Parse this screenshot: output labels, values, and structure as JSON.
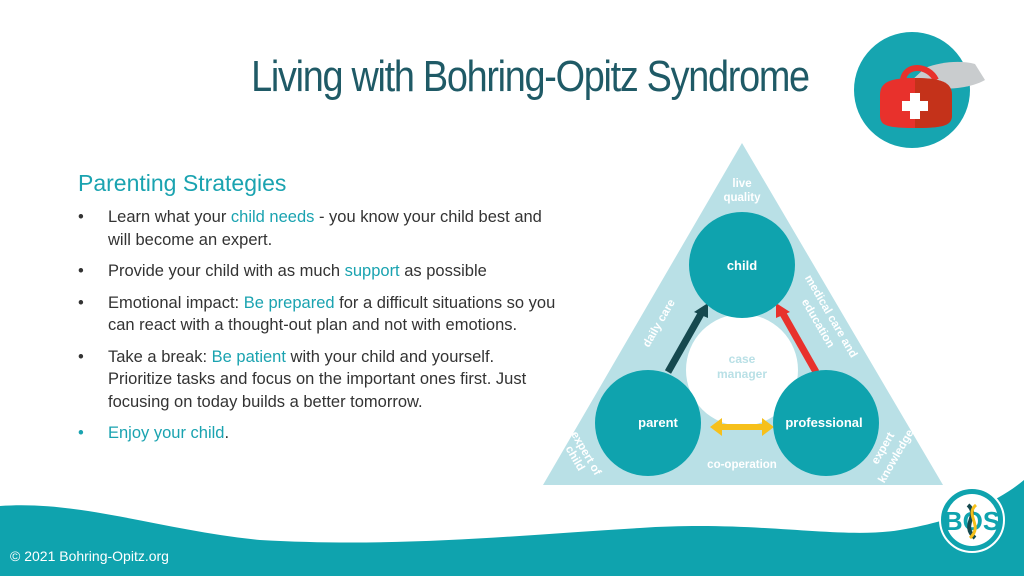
{
  "title": "Living with Bohring-Opitz Syndrome",
  "subtitle": "Parenting Strategies",
  "bullets": [
    {
      "a": "Learn what your ",
      "h": "child needs",
      "b": " - you know your child best and will become an expert."
    },
    {
      "a": "Provide your child with as much ",
      "h": "support",
      "b": " as possible"
    },
    {
      "a": "Emotional impact: ",
      "h": "Be prepared",
      "b": " for a difficult situations so you can react with a thought-out plan and not with emotions."
    },
    {
      "a": "Take a break: ",
      "h": "Be patient",
      "b": " with your child and yourself. Prioritize tasks and focus on the important ones first. Just focusing on today builds a better tomorrow."
    },
    {
      "a": "",
      "h": "Enjoy your child",
      "b": "."
    }
  ],
  "diagram": {
    "nodes": {
      "child": "child",
      "parent": "parent",
      "professional": "professional",
      "center": [
        "case",
        "manager"
      ]
    },
    "labels": {
      "top": [
        "live",
        "quality"
      ],
      "left": "daily care",
      "right": [
        "medical care and",
        "education"
      ],
      "bottom": "co-operation",
      "bl": [
        "expert of",
        "child"
      ],
      "br": [
        "expert",
        "knowledge"
      ]
    }
  },
  "footer": "© 2021 Bohring-Opitz.org",
  "colors": {
    "teal": "#0fa3ae",
    "light": "#b9e0e6",
    "dark": "#16494f",
    "red": "#e8312c",
    "yellow": "#f6c01b"
  }
}
